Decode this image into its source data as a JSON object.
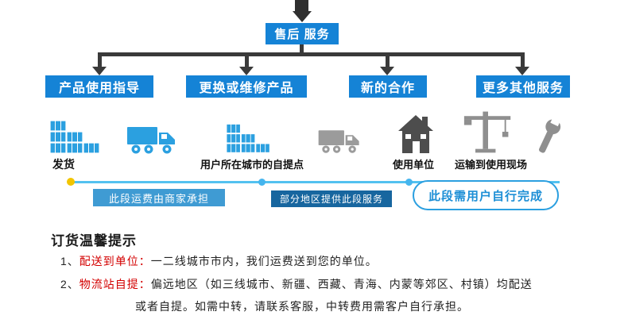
{
  "flowchart": {
    "root": "售后 服务",
    "branches": [
      "产品使用指导",
      "更换或维修产品",
      "新的合作",
      "更多其他服务"
    ]
  },
  "stations": {
    "ship_label": "发货",
    "pickup_label": "用户所在城市的自提点",
    "user_label": "使用单位",
    "transport_label": "运输到使用现场"
  },
  "icons": [
    "crates-icon",
    "truck-icon",
    "crates-icon",
    "truck-icon",
    "building-icon",
    "crane-icon",
    "wrench-icon"
  ],
  "segments": {
    "merchant": "此段运费由商家承担",
    "partial": "部分地区提供此段服务",
    "user_self": "此段需用户自行完成"
  },
  "tips": {
    "heading": "订货温馨提示",
    "item1_num": "1、",
    "item1_label": "配送到单位：",
    "item1_text": "一二线城市市内，我们运费送到您的单位。",
    "item2_num": "2、",
    "item2_label": "物流站自提：",
    "item2_text": "偏远地区（如三线城市、新疆、西藏、青海、内蒙等郊区、村镇）均配送",
    "item2_text2": "或者自提。如需中转，请联系客服，中转费用需客户自行承担。"
  },
  "colors": {
    "primary_blue": "#1583d6",
    "timeline_blue": "#53c1f0",
    "segment_blue": "#3f9bd3",
    "segment_dark_blue": "#17669f",
    "outline_blue": "#2b9fe0",
    "connector_dark": "#3a3a3a",
    "tip_red": "#d30000",
    "icon_blue": "#2ba0e0",
    "icon_gray": "#9b9b9b",
    "start_dot_yellow": "#f2c500"
  }
}
